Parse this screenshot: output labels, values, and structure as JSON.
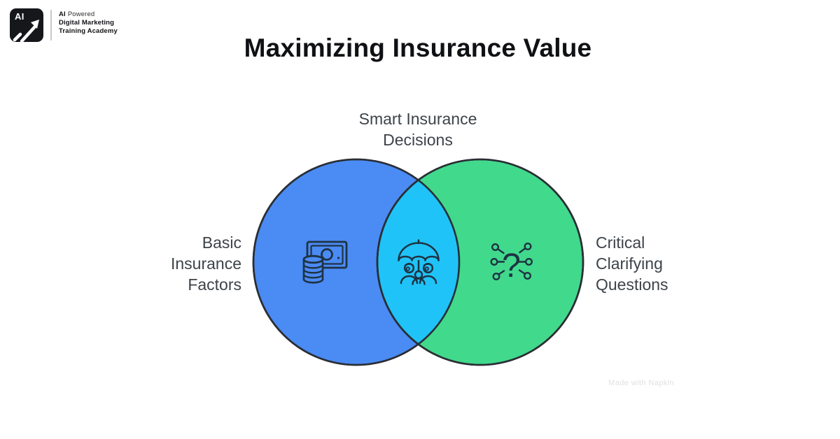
{
  "brand": {
    "monogram": "AI",
    "tagline_bold": "AI",
    "tagline_rest": "Powered",
    "line2": "Digital Marketing",
    "line3": "Training Academy"
  },
  "title": "Maximizing Insurance Value",
  "venn": {
    "type": "venn-diagram",
    "overlap_title": {
      "lines": [
        "Smart Insurance",
        "Decisions"
      ]
    },
    "left": {
      "lines": [
        "Basic",
        "Insurance",
        "Factors"
      ],
      "color": "#4B8BF4",
      "icon": "money-coins-icon"
    },
    "right": {
      "lines": [
        "Critical",
        "Clarifying",
        "Questions"
      ],
      "color": "#41D98C",
      "icon": "question-network-icon",
      "icon_glyph": "?"
    },
    "overlap": {
      "color": "#1FC3F7",
      "icon": "umbrella-family-icon"
    }
  },
  "watermark": "Made with Napkin",
  "colors": {
    "circle_stroke": "#2A2E35",
    "icon_stroke": "#1E3343",
    "label_text": "#3D4349",
    "title_text": "#101114",
    "background": "#FFFFFF"
  }
}
